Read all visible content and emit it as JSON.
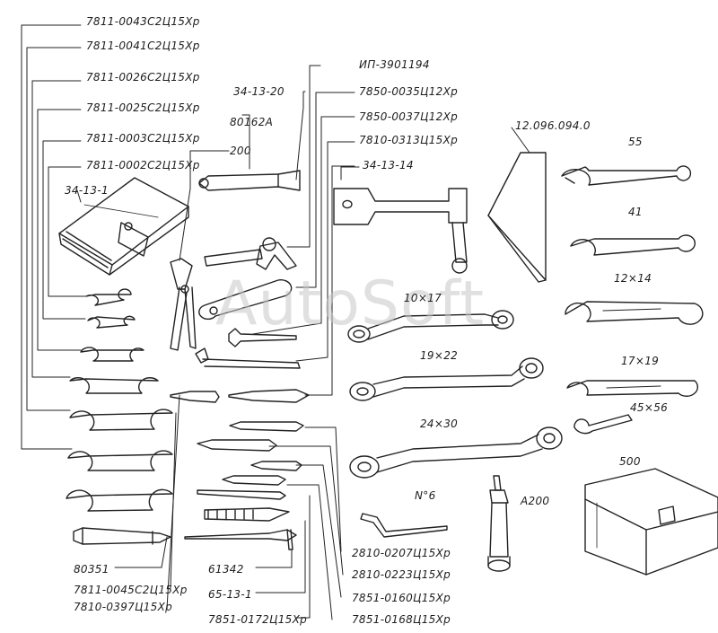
{
  "watermark": "AutoSoft",
  "labels": {
    "l_7811_00430": "7811-0043С2Ц15Хр",
    "l_7811_00410": "7811-0041С2Ц15Хр",
    "l_7811_00260": "7811-0026С2Ц15Хр",
    "l_7811_00250": "7811-0025С2Ц15Хр",
    "l_7811_00030": "7811-0003С2Ц15Хр",
    "l_7811_00020": "7811-0002С2Ц15Хр",
    "l_34_13_1": "34-13-1",
    "l_ip": "ИП-3901194",
    "l_34_13_20": "34-13-20",
    "l_80162a": "80162А",
    "l_200": "200",
    "l_7850_0035": "7850-0035Ц12Хр",
    "l_7850_0037": "7850-0037Ц12Хр",
    "l_7810_0313": "7810-0313Ц15Хр",
    "l_34_13_14": "34-13-14",
    "l_12096": "12.096.094.0",
    "l_55": "55",
    "l_41": "41",
    "l_12x14": "12×14",
    "l_10x17": "10×17",
    "l_19x22": "19×22",
    "l_17x19": "17×19",
    "l_45x56": "45×56",
    "l_24x30": "24×30",
    "l_500": "500",
    "l_n6": "N°6",
    "l_a200": "A200",
    "l_80351": "80351",
    "l_7811_0045": "7811-0045С2Ц15Хр",
    "l_7810_0397": "7810-0397Ц15Хр",
    "l_61342": "61342",
    "l_65_13_1": "65-13-1",
    "l_7851_0172": "7851-0172Ц15Хр",
    "l_2810_0207": "2810-0207Ц15Хр",
    "l_2810_0223": "2810-0223Ц15Хр",
    "l_7851_0160": "7851-0160Ц15Хр",
    "l_7851_0168": "7851-0168Ц15Хр"
  }
}
